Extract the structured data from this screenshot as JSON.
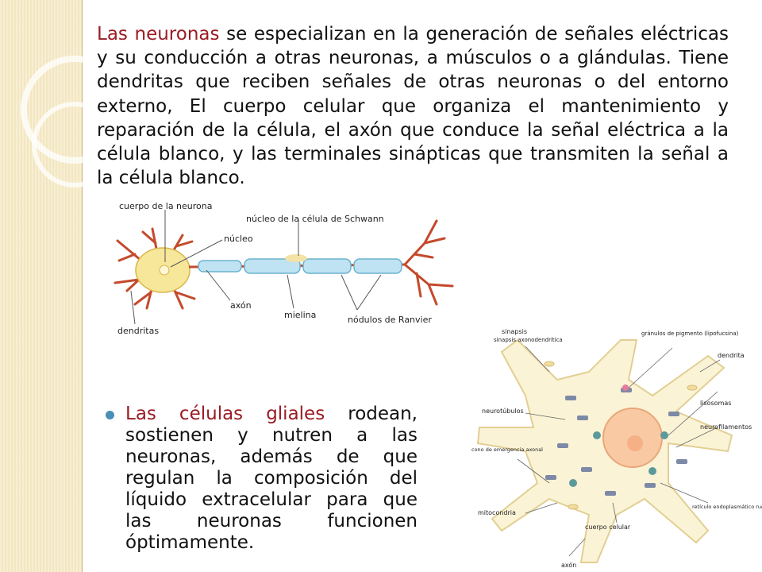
{
  "paragraph": {
    "highlight": "Las neuronas",
    "text": " se especializan en la generación de señales eléctricas y su conducción a otras neuronas, a músculos o a glándulas. Tiene dendritas que reciben señales de otras neuronas o del entorno externo, El cuerpo celular que organiza el mantenimiento y reparación de la célula, el axón que conduce la señal eléctrica a la célula blanco, y las terminales sinápticas que transmiten la señal a la célula blanco."
  },
  "bullet": {
    "highlight": "Las células gliales",
    "text": " rodean, sostienen y nutren a las neuronas, además de que regulan la composición del líquido extracelular para que las neuronas funcionen óptimamente."
  },
  "neuron_diagram": {
    "labels": {
      "cell_body": "cuerpo de la neurona",
      "schwann_nucleus": "núcleo de la célula de Schwann",
      "nucleus": "núcleo",
      "axon": "axón",
      "myelin": "mielina",
      "ranvier": "nódulos de Ranvier",
      "dendrites": "dendritas"
    }
  },
  "cell_diagram": {
    "labels": {
      "synapse": "sinapsis axonodendrítica",
      "pigment": "gránulos de pigmento (lipofucsina)",
      "dendrite": "dendrita",
      "lysosomes": "lisosomas",
      "neurotubules": "neurotúbulos",
      "neurofilaments": "neurofilamentos",
      "hillock": "cono de emergencia axonal",
      "mitochondria": "mitocondria",
      "body": "cuerpo celular",
      "er": "retículo endoplasmático rugoso",
      "axon": "axón"
    }
  },
  "colors": {
    "highlight": "#9b1c24",
    "bullet": "#4a8fb4",
    "accent_stripe": "#f3e6bf"
  }
}
